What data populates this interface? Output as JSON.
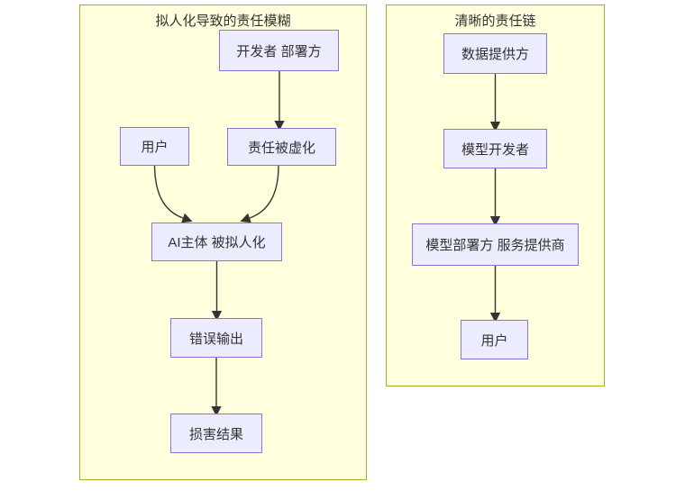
{
  "colors": {
    "background": "#ffffff",
    "cluster_fill": "#ffffde",
    "cluster_border": "#aaaa33",
    "node_fill": "#ececff",
    "node_border": "#9370db",
    "edge": "#333333",
    "text": "#333333"
  },
  "diagram": {
    "type": "flowchart",
    "direction": "top-down",
    "clusters": [
      {
        "title": "拟人化导致的责任模糊",
        "nodes": [
          {
            "id": "dev",
            "label": "开发者 部署方"
          },
          {
            "id": "user",
            "label": "用户"
          },
          {
            "id": "blur",
            "label": "责任被虚化"
          },
          {
            "id": "ai",
            "label": "AI主体 被拟人化"
          },
          {
            "id": "error",
            "label": "错误输出"
          },
          {
            "id": "harm",
            "label": "损害结果"
          }
        ],
        "edges": [
          {
            "from": "开发者 部署方",
            "to": "责任被虚化"
          },
          {
            "from": "用户",
            "to": "AI主体 被拟人化"
          },
          {
            "from": "责任被虚化",
            "to": "AI主体 被拟人化"
          },
          {
            "from": "AI主体 被拟人化",
            "to": "错误输出"
          },
          {
            "from": "错误输出",
            "to": "损害结果"
          }
        ]
      },
      {
        "title": "清晰的责任链",
        "nodes": [
          {
            "id": "data",
            "label": "数据提供方"
          },
          {
            "id": "modeldev",
            "label": "模型开发者"
          },
          {
            "id": "deployer",
            "label": "模型部署方 服务提供商"
          },
          {
            "id": "enduser",
            "label": "用户"
          }
        ],
        "edges": [
          {
            "from": "数据提供方",
            "to": "模型开发者"
          },
          {
            "from": "模型开发者",
            "to": "模型部署方 服务提供商"
          },
          {
            "from": "模型部署方 服务提供商",
            "to": "用户"
          }
        ]
      }
    ]
  }
}
